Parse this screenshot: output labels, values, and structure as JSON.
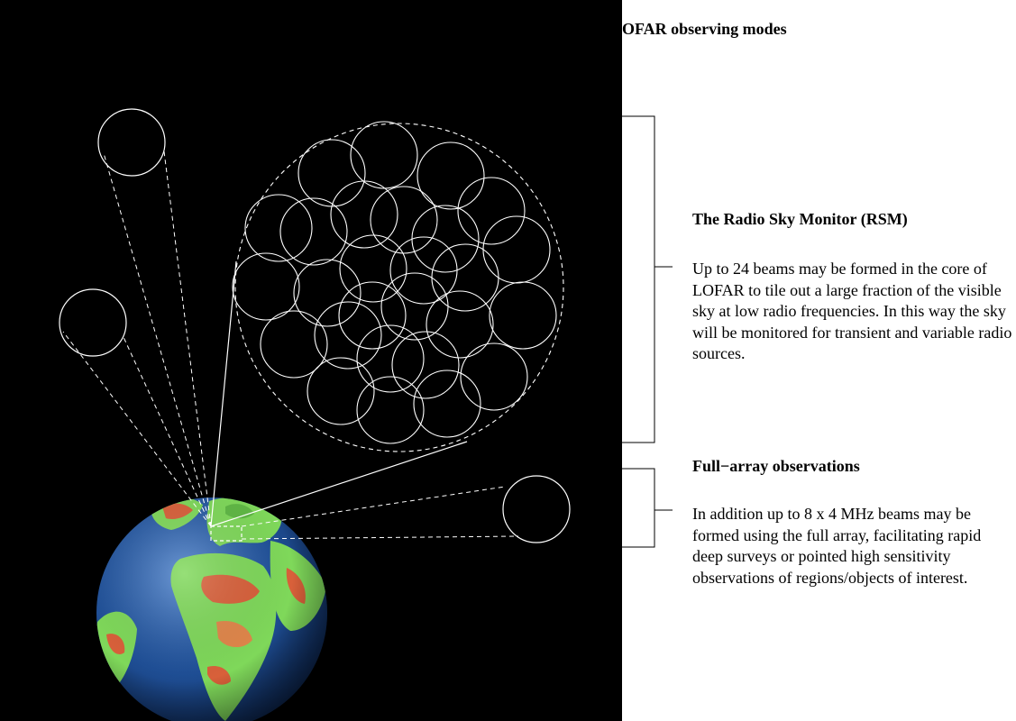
{
  "title": "LOFAR observing modes",
  "sections": [
    {
      "heading": "The Radio Sky Monitor (RSM)",
      "body": "Up to 24 beams may be formed in the core of LOFAR to tile out a large fraction of the visible sky at low radio frequencies. In this way the sky will be monitored for transient and variable radio sources."
    },
    {
      "heading": "Full−array observations",
      "body": "In addition up to 8 x 4 MHz beams may be formed using the full array, facilitating rapid deep surveys or pointed high sensitivity observations of regions/objects of interest."
    }
  ],
  "colors": {
    "sky_background": "#000000",
    "beam_outline": "#ffffff",
    "ocean": "#1f4f96",
    "land": "#7fd85a",
    "hot_region": "#d8603a",
    "page_background": "#ffffff"
  },
  "diagram": {
    "rsm_beam_count": 24,
    "full_array_beam_count": 3
  }
}
